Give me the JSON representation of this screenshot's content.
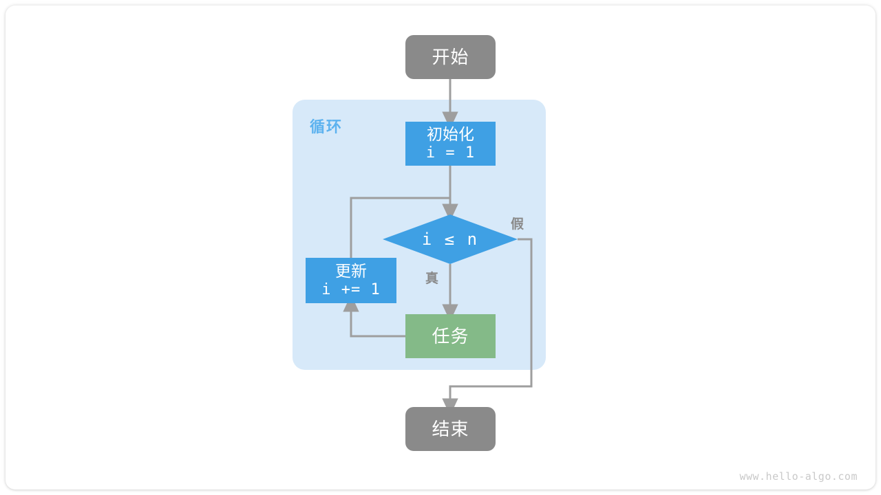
{
  "diagram": {
    "title_watermark": "www.hello-algo.com",
    "colors": {
      "terminal_gray": "#8a8a8a",
      "process_blue": "#3fa0e4",
      "process_green": "#84ba88",
      "loop_background": "#d7e9f9",
      "loop_label_blue": "#5cb2ef",
      "edge_gray": "#9e9e9e",
      "canvas_white": "#ffffff"
    },
    "nodes": {
      "start": {
        "label": "开始",
        "shape": "terminal"
      },
      "end": {
        "label": "结束",
        "shape": "terminal"
      },
      "init": {
        "label_cn": "初始化",
        "label_code": "i = 1",
        "shape": "process"
      },
      "condition": {
        "label": "i ≤ n",
        "shape": "decision"
      },
      "update": {
        "label_cn": "更新",
        "label_code": "i += 1",
        "shape": "process"
      },
      "task": {
        "label": "任务",
        "shape": "process"
      }
    },
    "group": {
      "loop_label": "循环"
    },
    "edge_labels": {
      "true": "真",
      "false": "假"
    }
  }
}
